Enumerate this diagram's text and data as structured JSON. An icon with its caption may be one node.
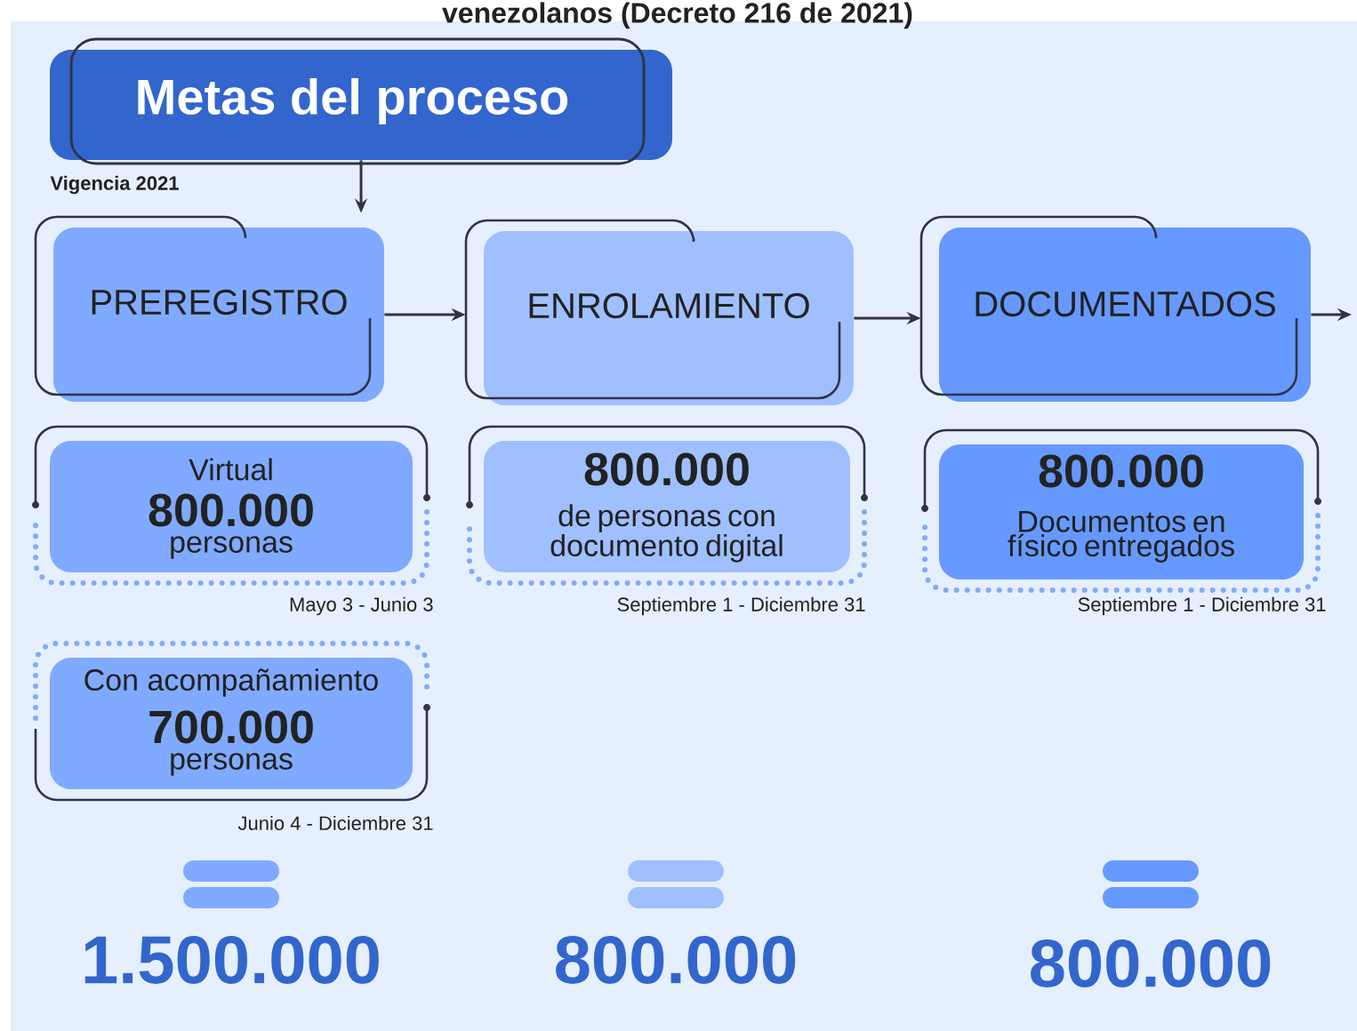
{
  "diagram": {
    "title": "venezolanos (Decreto 216 de 2021)",
    "nodes": [
      {
        "text": [
          "Metas del proceso"
        ]
      },
      {
        "text": [
          "PREREGISTRO"
        ]
      },
      {
        "text": [
          "ENROLAMIENTO"
        ]
      },
      {
        "text": [
          "DOCUMENTADOS"
        ]
      },
      {
        "text": [
          "Virtual",
          "800.000",
          "personas"
        ],
        "beside": [
          "Mayo 3 - Junio 3"
        ]
      },
      {
        "text": [
          "800.000",
          "de personas con documento digital"
        ],
        "beside": [
          "Septiembre 1 - Diciembre 31"
        ]
      },
      {
        "text": [
          "800.000",
          "Documentos en físico entregados"
        ],
        "beside": [
          "Septiembre 1 - Diciembre 31"
        ]
      },
      {
        "text": [
          "Con acompañamiento",
          "700.000",
          "personas"
        ],
        "beside": [
          "Junio 4 - Diciembre 31"
        ]
      }
    ],
    "edges": [
      {
        "from": 0,
        "to": 1,
        "arrow": "to"
      },
      {
        "from": 1,
        "to": 2,
        "arrow": "to"
      },
      {
        "from": 2,
        "to": 3,
        "arrow": "to"
      },
      {
        "from": 3,
        "to": null,
        "arrow": "to"
      }
    ],
    "labels": [
      "Vigencia 2021",
      "1.500.000",
      "800.000",
      "800.000"
    ]
  }
}
